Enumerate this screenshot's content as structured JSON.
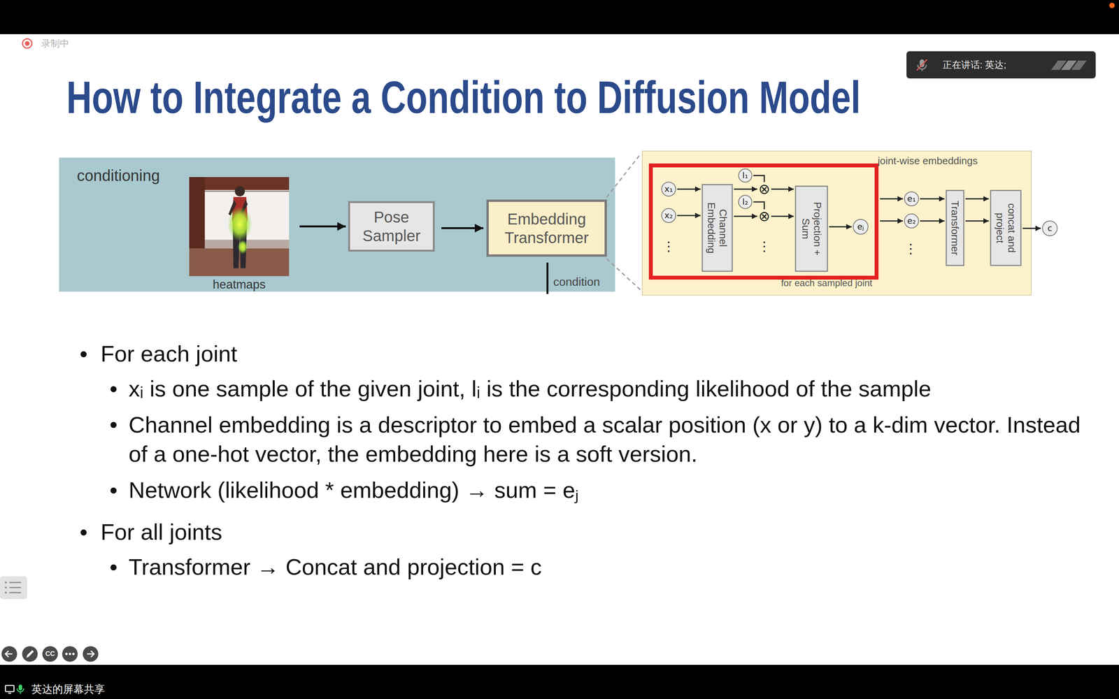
{
  "diagram": {
    "title": "How to Integrate a Condition to Diffusion Model",
    "nodes": [
      {
        "text": [
          "正在讲话: 英达;"
        ]
      },
      {
        "text": [
          "conditioning"
        ]
      },
      {
        "text": [
          "heatmaps"
        ],
        "in": 1
      },
      {
        "text": [
          "Pose Sampler"
        ],
        "in": 1
      },
      {
        "text": [
          "Embedding Transformer"
        ],
        "in": 1
      },
      {
        "text": [
          "for each sampled joint"
        ]
      },
      {
        "text": [
          "x₁"
        ],
        "in": 5
      },
      {
        "text": [
          "x₂"
        ],
        "in": 5
      },
      {
        "text": [
          "Channel Embedding"
        ],
        "in": 5
      },
      {
        "text": [
          "l₁"
        ],
        "in": 5
      },
      {
        "text": [
          "l₂"
        ],
        "in": 5
      },
      {
        "text": [
          "⊗"
        ],
        "in": 5
      },
      {
        "text": [
          "⊗"
        ],
        "in": 5
      },
      {
        "text": [
          "Projection + Sum"
        ],
        "in": 5
      },
      {
        "text": [
          "eⱼ"
        ],
        "in": 5
      },
      {
        "text": [
          "e₁"
        ]
      },
      {
        "text": [
          "e₂"
        ]
      },
      {
        "text": [
          "Transformer"
        ]
      },
      {
        "text": [
          "concat and project"
        ]
      },
      {
        "text": [
          "c"
        ]
      },
      {
        "text": [
          "英达的屏幕共享"
        ]
      }
    ],
    "edges": [
      {
        "from": 2,
        "to": 3,
        "arrow": "to"
      },
      {
        "from": 3,
        "to": 4,
        "arrow": "to"
      },
      {
        "from": 6,
        "to": 8,
        "arrow": "to"
      },
      {
        "from": 7,
        "to": 8,
        "arrow": "to"
      },
      {
        "from": 8,
        "to": 11,
        "arrow": "to"
      },
      {
        "from": 8,
        "to": 12,
        "arrow": "to"
      },
      {
        "from": 9,
        "to": 11,
        "arrow": "none"
      },
      {
        "from": 10,
        "to": 12,
        "arrow": "none"
      },
      {
        "from": 11,
        "to": 13,
        "arrow": "to"
      },
      {
        "from": 12,
        "to": 13,
        "arrow": "to"
      },
      {
        "from": 13,
        "to": 14,
        "arrow": "to"
      },
      {
        "from": 5,
        "to": 15,
        "arrow": "to"
      },
      {
        "from": 5,
        "to": 16,
        "arrow": "to"
      },
      {
        "from": 15,
        "to": 17,
        "arrow": "to"
      },
      {
        "from": 16,
        "to": 17,
        "arrow": "to"
      },
      {
        "from": 17,
        "to": 18,
        "arrow": "to"
      },
      {
        "from": 18,
        "to": 19,
        "arrow": "to"
      }
    ],
    "labels": [
      "录制中",
      "condition",
      "joint-wise embeddings",
      "⋮",
      "⋮",
      "⋮",
      "•",
      "For each joint",
      "•",
      "xᵢ is one sample of the given joint, lᵢ is the corresponding likelihood of the sample",
      "•",
      "Channel embedding is a descriptor to embed a scalar position (x or y) to a k-dim vector. Instead of a one-hot vector, the embedding here is a soft version.",
      "•",
      "Network (likelihood * embedding) → sum = eⱼ",
      "•",
      "For all joints",
      "•",
      "Transformer → Concat and projection = c",
      "CC"
    ]
  }
}
